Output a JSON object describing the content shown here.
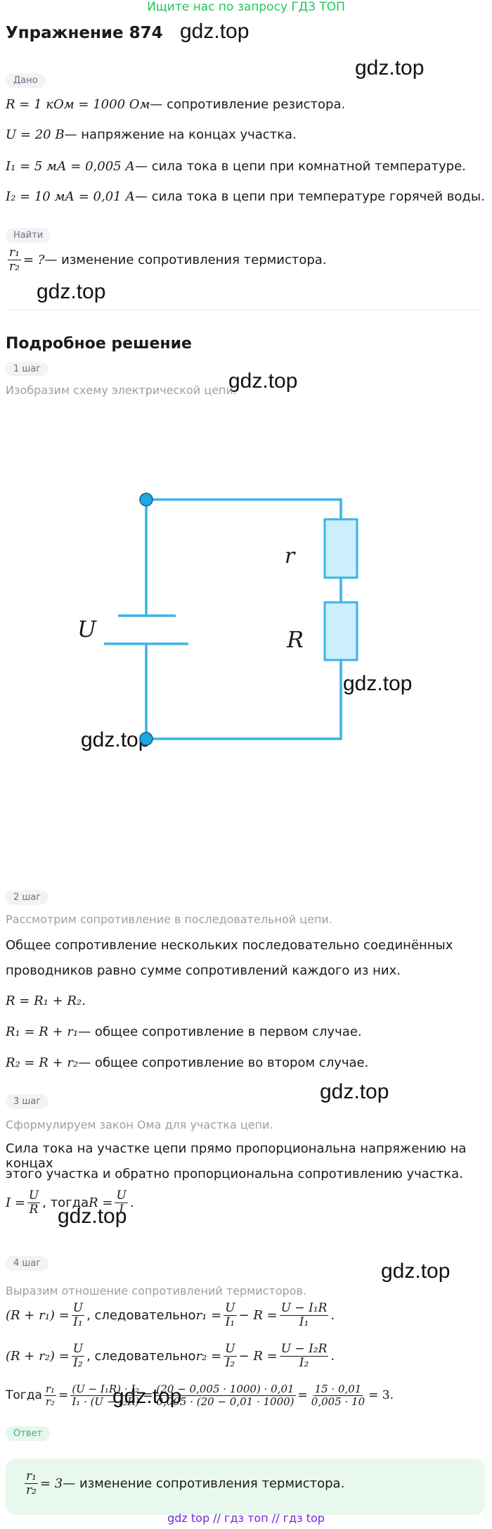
{
  "banner": "Ищите нас по запросу ГДЗ ТОП",
  "title": "Упражнение 874",
  "watermark": "gdz.top",
  "given_badge": "Дано",
  "given": [
    {
      "math": "R = 1 кОм = 1000 Ом",
      "text": " — сопротивление резистора."
    },
    {
      "math": "U = 20 В",
      "text": " — напряжение на концах участка."
    },
    {
      "math": "I₁ = 5 мА = 0,005 А",
      "text": " — сила тока в цепи при комнатной температуре."
    },
    {
      "math": "I₂ = 10 мА = 0,01 А",
      "text": " — сила тока в цепи при температуре горячей воды."
    }
  ],
  "find_badge": "Найти",
  "find": {
    "num": "r₁",
    "den": "r₂",
    "math": " = ?",
    "text": " — изменение сопротивления термистора."
  },
  "solution_title": "Подробное решение",
  "steps": {
    "s1": {
      "badge": "1 шаг",
      "caption": "Изобразим схему электрической цепи."
    },
    "s2": {
      "badge": "2 шаг",
      "caption": "Рассмотрим сопротивление в последовательной цепи.",
      "p1": "Общее сопротивление нескольких последовательно соединённых",
      "p2": "проводников равно сумме сопротивлений каждого из них.",
      "f1": "R = R₁ + R₂.",
      "f2m": "R₁ = R + r₁",
      "f2t": " — общее сопротивление в первом случае.",
      "f3m": "R₂ = R + r₂",
      "f3t": " — общее сопротивление во втором случае."
    },
    "s3": {
      "badge": "3 шаг",
      "caption": "Сформулируем закон Ома для участка цепи.",
      "p1": "Сила тока на участке цепи прямо пропорциональна напряжению на концах",
      "p2": "этого участка и обратно пропорциональна сопротивлению участка.",
      "lhs": "I =",
      "n1": "U",
      "d1": "R",
      "then": ", тогда ",
      "lhs2": "R =",
      "n2": "U",
      "d2": "I",
      "end": "."
    },
    "s4": {
      "badge": "4 шаг",
      "caption": "Выразим отношение сопротивлений термисторов.",
      "r1_lhs": "(R + r₁) =",
      "r1_n": "U",
      "r1_d": "I₁",
      "word": ", следовательно ",
      "r1_mid": "r₁ =",
      "r1_n2": "U",
      "r1_d2": "I₁",
      "r1_minus": "− R =",
      "r1_n3": "U − I₁R",
      "r1_d3": "I₁",
      "r2_lhs": "(R + r₂) =",
      "r2_n": "U",
      "r2_d": "I₂",
      "r2_mid": "r₂ =",
      "r2_n2": "U",
      "r2_d2": "I₂",
      "r2_minus": "− R =",
      "r2_n3": "U − I₂R",
      "r2_d3": "I₂",
      "then_word": "Тогда ",
      "t_n1": "r₁",
      "t_d1": "r₂",
      "t_n2": "(U − I₁R) · I₂",
      "t_d2": "I₁ · (U − I₂R)",
      "t_n3": "(20 − 0,005 · 1000) · 0,01",
      "t_d3": "0,005 · (20 − 0,01 · 1000)",
      "t_n4": "15 · 0,01",
      "t_d4": "0,005 · 10",
      "t_res": "= 3."
    }
  },
  "answer_badge": "Ответ",
  "answer": {
    "num": "r₁",
    "den": "r₂",
    "math": " = 3",
    "text": " — изменение сопротивления термистора."
  },
  "circuit": {
    "label_r": "r",
    "label_R": "R",
    "label_U": "U",
    "color": "#3bb4e6",
    "fill": "#cdeefb"
  },
  "footer": "gdz top  //  гдз топ  //  гдз top"
}
